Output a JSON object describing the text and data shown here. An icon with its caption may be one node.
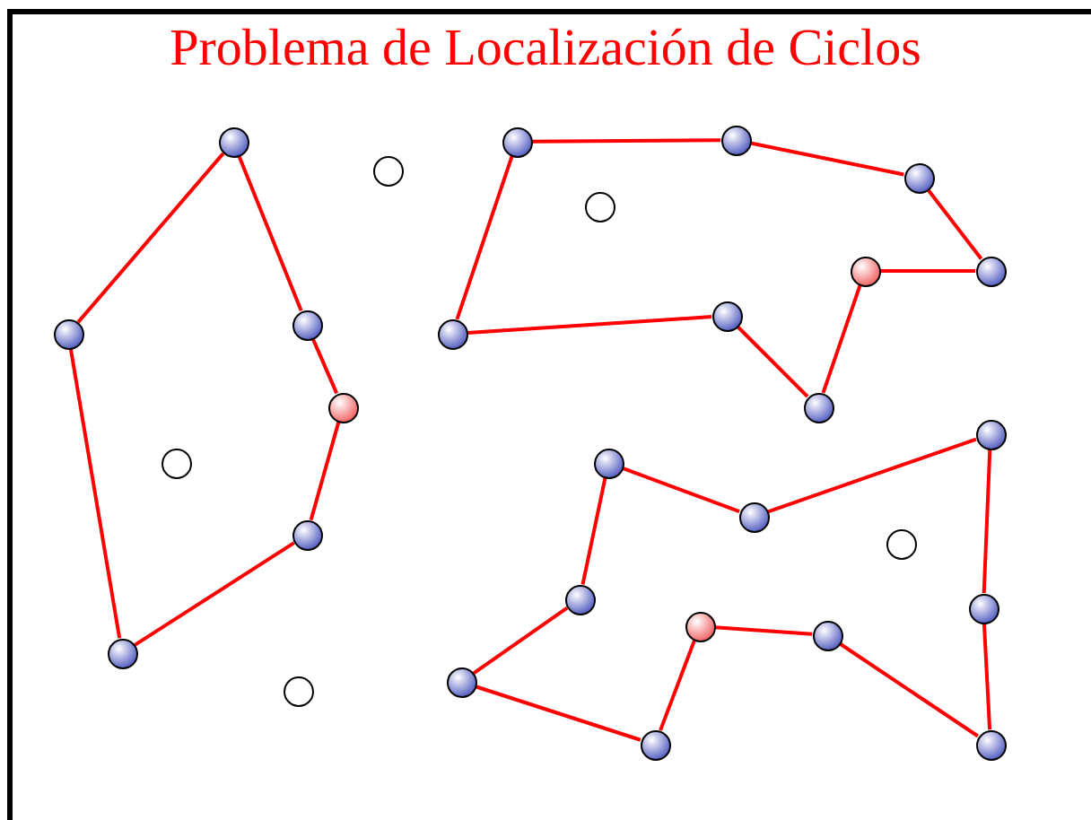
{
  "diagram": {
    "title": "Problema de Localización de Ciclos",
    "nodes": [
      {
        "text": [],
        "shape": "sphere"
      },
      {
        "text": [],
        "shape": "sphere"
      },
      {
        "text": [],
        "shape": "sphere"
      },
      {
        "text": [],
        "shape": "circle"
      },
      {
        "text": [],
        "shape": "sphere"
      },
      {
        "text": [],
        "shape": "circle"
      },
      {
        "text": [],
        "shape": "sphere"
      },
      {
        "text": [],
        "shape": "sphere"
      },
      {
        "text": [],
        "shape": "sphere"
      },
      {
        "text": [],
        "shape": "sphere"
      },
      {
        "text": [],
        "shape": "sphere"
      },
      {
        "text": [],
        "shape": "sphere"
      },
      {
        "text": [],
        "shape": "sphere"
      },
      {
        "text": [],
        "shape": "sphere"
      },
      {
        "text": [],
        "shape": "sphere"
      },
      {
        "text": [],
        "shape": "circle"
      },
      {
        "text": [],
        "shape": "sphere"
      },
      {
        "text": [],
        "shape": "sphere"
      },
      {
        "text": [],
        "shape": "sphere"
      },
      {
        "text": [],
        "shape": "circle"
      },
      {
        "text": [],
        "shape": "sphere"
      },
      {
        "text": [],
        "shape": "sphere"
      },
      {
        "text": [],
        "shape": "sphere"
      },
      {
        "text": [],
        "shape": "sphere"
      },
      {
        "text": [],
        "shape": "sphere"
      },
      {
        "text": [],
        "shape": "sphere"
      },
      {
        "text": [],
        "shape": "circle"
      },
      {
        "text": [],
        "shape": "sphere"
      },
      {
        "text": [],
        "shape": "sphere"
      }
    ],
    "edges": [
      {
        "from": 0,
        "to": 10,
        "arrow": "none"
      },
      {
        "from": 10,
        "to": 24,
        "arrow": "none"
      },
      {
        "from": 24,
        "to": 18,
        "arrow": "none"
      },
      {
        "from": 18,
        "to": 12,
        "arrow": "none"
      },
      {
        "from": 12,
        "to": 9,
        "arrow": "none"
      },
      {
        "from": 9,
        "to": 0,
        "arrow": "none"
      },
      {
        "from": 1,
        "to": 2,
        "arrow": "none"
      },
      {
        "from": 2,
        "to": 4,
        "arrow": "none"
      },
      {
        "from": 4,
        "to": 7,
        "arrow": "none"
      },
      {
        "from": 7,
        "to": 6,
        "arrow": "none"
      },
      {
        "from": 6,
        "to": 13,
        "arrow": "none"
      },
      {
        "from": 13,
        "to": 8,
        "arrow": "none"
      },
      {
        "from": 8,
        "to": 11,
        "arrow": "none"
      },
      {
        "from": 11,
        "to": 1,
        "arrow": "none"
      },
      {
        "from": 16,
        "to": 17,
        "arrow": "none"
      },
      {
        "from": 17,
        "to": 14,
        "arrow": "none"
      },
      {
        "from": 14,
        "to": 21,
        "arrow": "none"
      },
      {
        "from": 21,
        "to": 28,
        "arrow": "none"
      },
      {
        "from": 28,
        "to": 23,
        "arrow": "none"
      },
      {
        "from": 23,
        "to": 22,
        "arrow": "none"
      },
      {
        "from": 22,
        "to": 27,
        "arrow": "none"
      },
      {
        "from": 27,
        "to": 25,
        "arrow": "none"
      },
      {
        "from": 25,
        "to": 20,
        "arrow": "none"
      },
      {
        "from": 20,
        "to": 16,
        "arrow": "none"
      }
    ]
  }
}
